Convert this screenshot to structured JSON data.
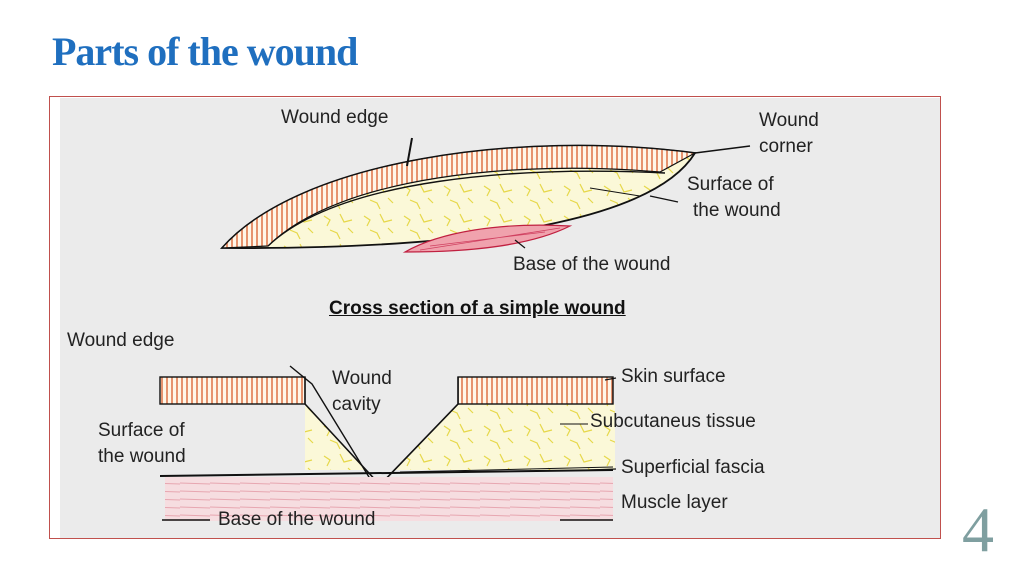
{
  "slide": {
    "title": "Parts of the wound",
    "page_number": "4"
  },
  "top_diagram": {
    "labels": {
      "wound_edge": "Wound edge",
      "wound_corner_line1": "Wound",
      "wound_corner_line2": "corner",
      "surface_line1": "Surface of",
      "surface_line2": "the wound",
      "base": "Base of the wound"
    }
  },
  "cross_section": {
    "caption": "Cross section of a simple wound",
    "labels": {
      "wound_edge": "Wound edge",
      "wound_cavity_line1": "Wound",
      "wound_cavity_line2": "cavity",
      "surface_line1": "Surface of",
      "surface_line2": "the wound",
      "base": "Base of the wound",
      "skin_surface": "Skin surface",
      "subcutaneous": "Subcutaneus tissue",
      "superficial_fascia": "Superficial fascia",
      "muscle_layer": "Muscle layer"
    }
  },
  "colors": {
    "title": "#1f6fbf",
    "frame_border": "#c0504d",
    "skin_hatch": "#e07a50",
    "fat_yellow": "#f3ea9a",
    "muscle_red": "#e8405a"
  }
}
